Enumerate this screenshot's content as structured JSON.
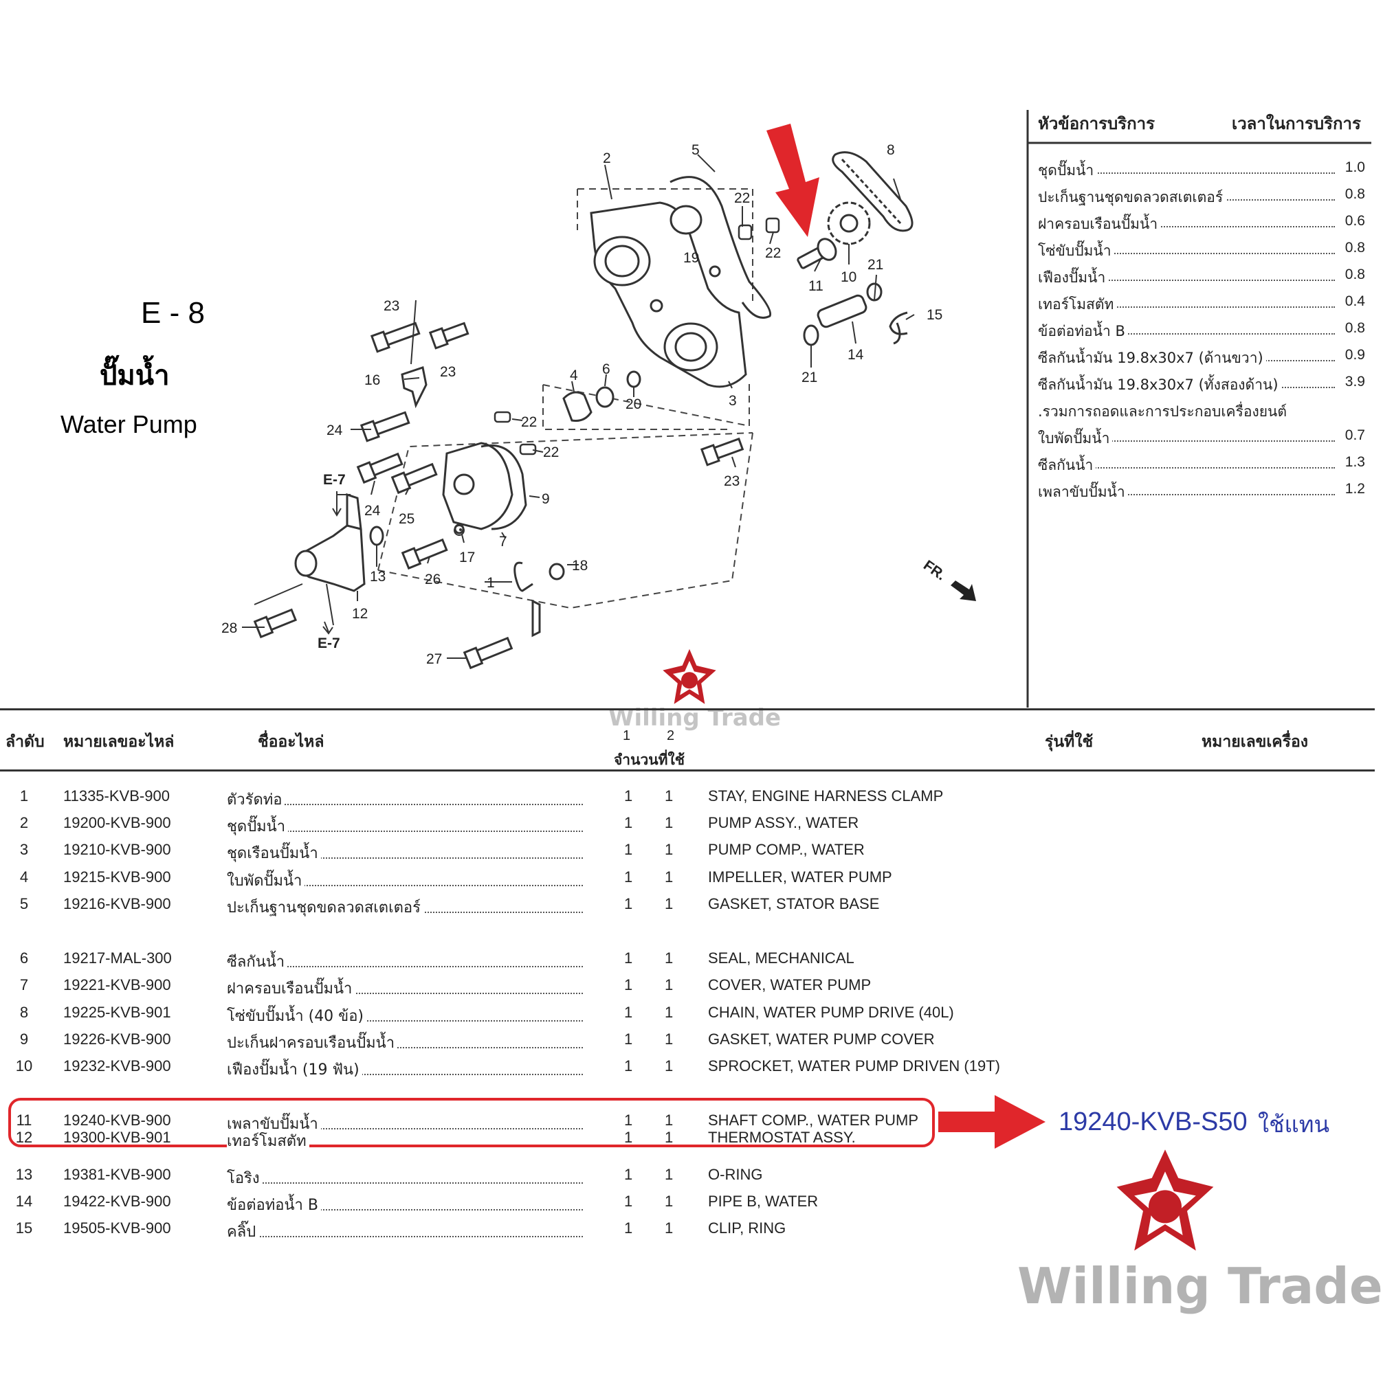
{
  "section": {
    "code": "E - 8",
    "title_th": "ปั๊มน้ำ",
    "title_en": "Water Pump"
  },
  "diagram": {
    "callouts": [
      "1",
      "2",
      "3",
      "4",
      "5",
      "6",
      "7",
      "8",
      "9",
      "10",
      "11",
      "12",
      "13",
      "14",
      "15",
      "16",
      "17",
      "18",
      "19",
      "20",
      "21",
      "21",
      "22",
      "22",
      "22",
      "22",
      "23",
      "23",
      "23",
      "24",
      "24",
      "25",
      "26",
      "27",
      "28"
    ],
    "refs": [
      "E-7",
      "E-7"
    ],
    "direction_label": "FR.",
    "highlight_color": "#e0262b"
  },
  "service_table": {
    "header_left": "หัวข้อการบริการ",
    "header_right": "เวลาในการบริการ",
    "items": [
      {
        "name": "ชุดปั๊มน้ำ",
        "time": "1.0"
      },
      {
        "name": "ปะเก็นฐานชุดขดลวดสเตเตอร์",
        "time": "0.8"
      },
      {
        "name": "ฝาครอบเรือนปั๊มน้ำ",
        "time": "0.6"
      },
      {
        "name": "โซ่ขับปั๊มน้ำ",
        "time": "0.8"
      },
      {
        "name": "เฟืองปั๊มน้ำ",
        "time": "0.8"
      },
      {
        "name": "เทอร์โมสตัท",
        "time": "0.4"
      },
      {
        "name": "ข้อต่อท่อน้ำ B",
        "time": "0.8"
      },
      {
        "name": "ซีลกันน้ำมัน 19.8x30x7 (ด้านขวา)",
        "time": "0.9"
      },
      {
        "name": "ซีลกันน้ำมัน 19.8x30x7 (ทั้งสองด้าน)",
        "time": "3.9"
      },
      {
        "name": ".รวมการถอดและการประกอบเครื่องยนต์",
        "time": ""
      },
      {
        "name": "ใบพัดปั๊มน้ำ",
        "time": "0.7"
      },
      {
        "name": "ซีลกันน้ำ",
        "time": "1.3"
      },
      {
        "name": "เพลาขับปั๊มน้ำ",
        "time": "1.2"
      }
    ]
  },
  "parts_table": {
    "headers": {
      "no": "ลำดับ",
      "part_no": "หมายเลขอะไหล่",
      "name": "ชื่ออะไหล่",
      "qty_cols": [
        "1",
        "2"
      ],
      "qty": "จำนวนที่ใช้",
      "model": "รุ่นที่ใช้",
      "engine_no": "หมายเลขเครื่อง"
    },
    "rows": [
      {
        "no": "1",
        "part_no": "11335-KVB-900",
        "name_th": "ตัวรัดท่อ",
        "q1": "1",
        "q2": "1",
        "name_en": "STAY, ENGINE HARNESS CLAMP"
      },
      {
        "no": "2",
        "part_no": "19200-KVB-900",
        "name_th": "ชุดปั๊มน้ำ",
        "q1": "1",
        "q2": "1",
        "name_en": "PUMP ASSY., WATER"
      },
      {
        "no": "3",
        "part_no": "19210-KVB-900",
        "name_th": "ชุดเรือนปั๊มน้ำ",
        "q1": "1",
        "q2": "1",
        "name_en": "PUMP COMP., WATER"
      },
      {
        "no": "4",
        "part_no": "19215-KVB-900",
        "name_th": "ใบพัดปั๊มน้ำ",
        "q1": "1",
        "q2": "1",
        "name_en": "IMPELLER, WATER PUMP"
      },
      {
        "no": "5",
        "part_no": "19216-KVB-900",
        "name_th": "ปะเก็นฐานชุดขดลวดสเตเตอร์",
        "q1": "1",
        "q2": "1",
        "name_en": "GASKET, STATOR BASE"
      },
      {
        "no": "6",
        "part_no": "19217-MAL-300",
        "name_th": "ซีลกันน้ำ",
        "q1": "1",
        "q2": "1",
        "name_en": "SEAL, MECHANICAL"
      },
      {
        "no": "7",
        "part_no": "19221-KVB-900",
        "name_th": "ฝาครอบเรือนปั๊มน้ำ",
        "q1": "1",
        "q2": "1",
        "name_en": "COVER, WATER PUMP"
      },
      {
        "no": "8",
        "part_no": "19225-KVB-901",
        "name_th": "โซ่ขับปั๊มน้ำ (40 ข้อ)",
        "q1": "1",
        "q2": "1",
        "name_en": "CHAIN, WATER PUMP DRIVE (40L)"
      },
      {
        "no": "9",
        "part_no": "19226-KVB-900",
        "name_th": "ปะเก็นฝาครอบเรือนปั๊มน้ำ",
        "q1": "1",
        "q2": "1",
        "name_en": "GASKET, WATER PUMP COVER"
      },
      {
        "no": "10",
        "part_no": "19232-KVB-900",
        "name_th": "เฟืองปั๊มน้ำ (19 ฟัน)",
        "q1": "1",
        "q2": "1",
        "name_en": "SPROCKET, WATER PUMP DRIVEN (19T)"
      },
      {
        "no": "11",
        "part_no": "19240-KVB-900",
        "name_th": "เพลาขับปั๊มน้ำ",
        "q1": "1",
        "q2": "1",
        "name_en": "SHAFT COMP., WATER PUMP"
      },
      {
        "no": "12",
        "part_no": "19300-KVB-901",
        "name_th": "เทอร์โมสตัท",
        "q1": "1",
        "q2": "1",
        "name_en": "THERMOSTAT ASSY."
      },
      {
        "no": "13",
        "part_no": "19381-KVB-900",
        "name_th": "โอริง",
        "q1": "1",
        "q2": "1",
        "name_en": "O-RING"
      },
      {
        "no": "14",
        "part_no": "19422-KVB-900",
        "name_th": "ข้อต่อท่อน้ำ B",
        "q1": "1",
        "q2": "1",
        "name_en": "PIPE B, WATER"
      },
      {
        "no": "15",
        "part_no": "19505-KVB-900",
        "name_th": "คลิ๊ป",
        "q1": "1",
        "q2": "1",
        "name_en": "CLIP, RING"
      }
    ]
  },
  "replacement": {
    "part_no": "19240-KVB-S50",
    "note": "ใช้แทน",
    "color": "#2c3aa6"
  },
  "branding": {
    "name": "Willing Trade",
    "color": "#c21f26"
  }
}
